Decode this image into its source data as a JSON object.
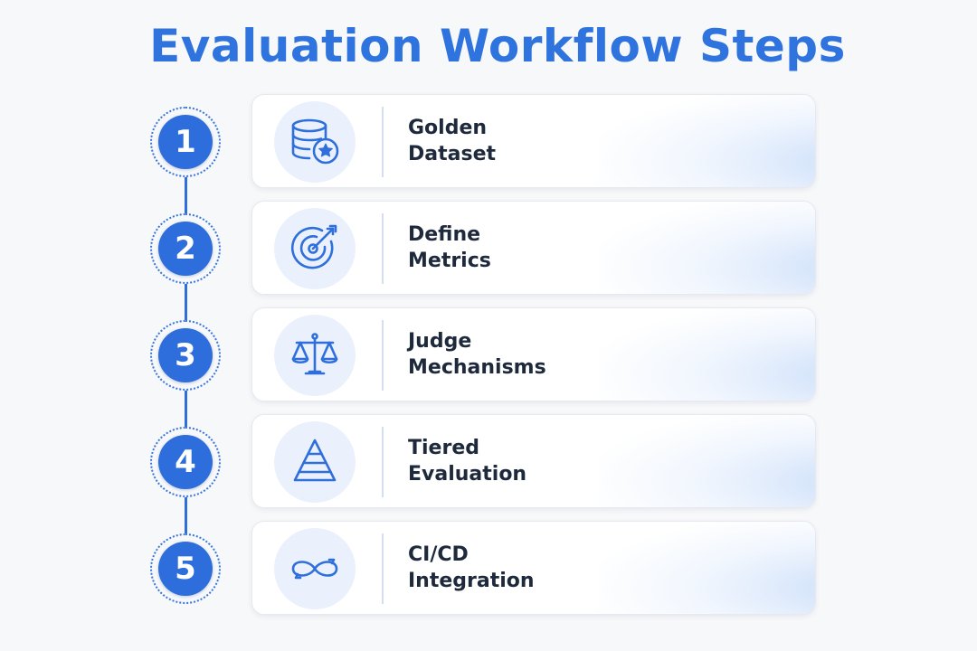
{
  "title": "Evaluation Workflow Steps",
  "colors": {
    "accent": "#2f73df",
    "step_fill": "#2d6ddc",
    "text": "#1e2a3c",
    "icon_bg": "#eaf1fc"
  },
  "steps": [
    {
      "number": "1",
      "line1": "Golden",
      "line2": "Dataset",
      "icon": "database-star-icon"
    },
    {
      "number": "2",
      "line1": "Define",
      "line2": "Metrics",
      "icon": "target-arrow-icon"
    },
    {
      "number": "3",
      "line1": "Judge",
      "line2": "Mechanisms",
      "icon": "scales-icon"
    },
    {
      "number": "4",
      "line1": "Tiered",
      "line2": "Evaluation",
      "icon": "pyramid-icon"
    },
    {
      "number": "5",
      "line1": "CI/CD",
      "line2": "Integration",
      "icon": "infinity-loop-icon"
    }
  ]
}
